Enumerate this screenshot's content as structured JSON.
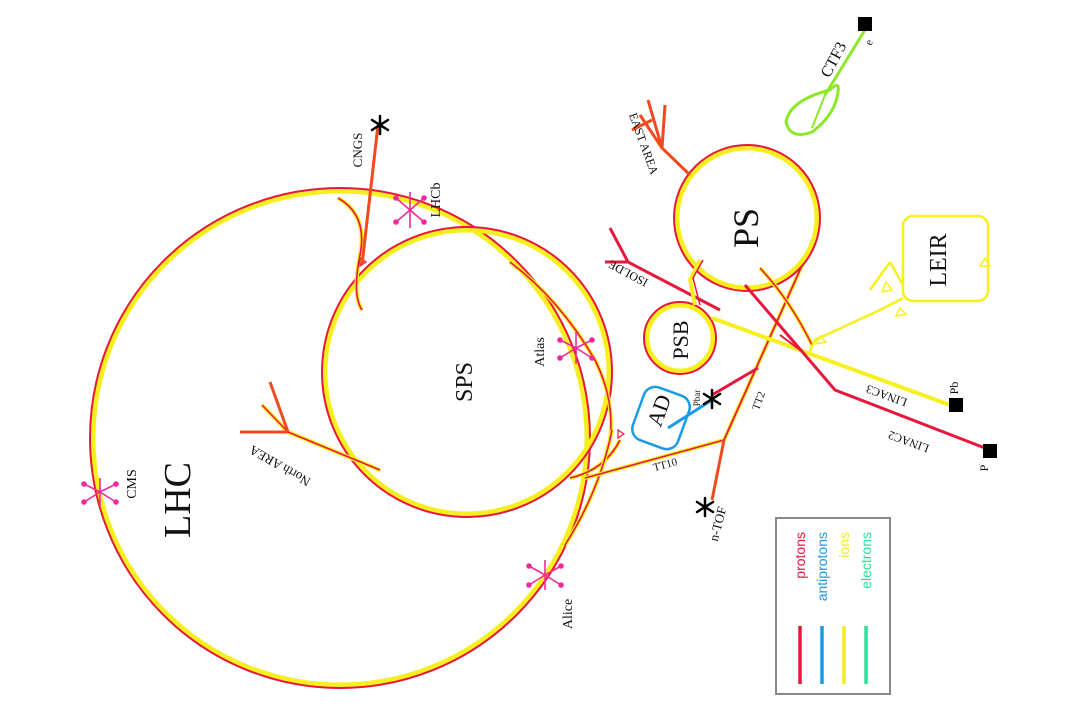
{
  "labels": {
    "lhc": "LHC",
    "sps": "SPS",
    "ps": "PS",
    "psb": "PSB",
    "leir": "LEIR",
    "ad": "AD",
    "ctf3": "CTF3",
    "cngs": "CNGS",
    "lhcb": "LHCb",
    "atlas": "Atlas",
    "cms": "CMS",
    "alice": "Alice",
    "north_area": "North AREA",
    "east_area": "EAST AREA",
    "isolde": "ISOLDE",
    "linac3": "LINAC3",
    "linac2": "LINAC2",
    "tt10": "TT10",
    "tt2": "TT2",
    "ntof": "n-TOF",
    "pbar": "Pbar",
    "pb": "Pb",
    "p": "P",
    "e": "e"
  },
  "legend": [
    {
      "name": "protons",
      "color": "#e8173d"
    },
    {
      "name": "antiprotons",
      "color": "#1a9be6"
    },
    {
      "name": "ions",
      "color": "#f2ea22"
    },
    {
      "name": "electrons",
      "color": "#2de19a"
    }
  ],
  "colors": {
    "proton_red": "#e8173d",
    "orange_beam": "#f04a1e",
    "ion_yellow": "#f7ef1e",
    "antiproton_blue": "#1a9be6",
    "electron_green": "#8ee82a",
    "detector_pink": "#ee2a9a"
  }
}
